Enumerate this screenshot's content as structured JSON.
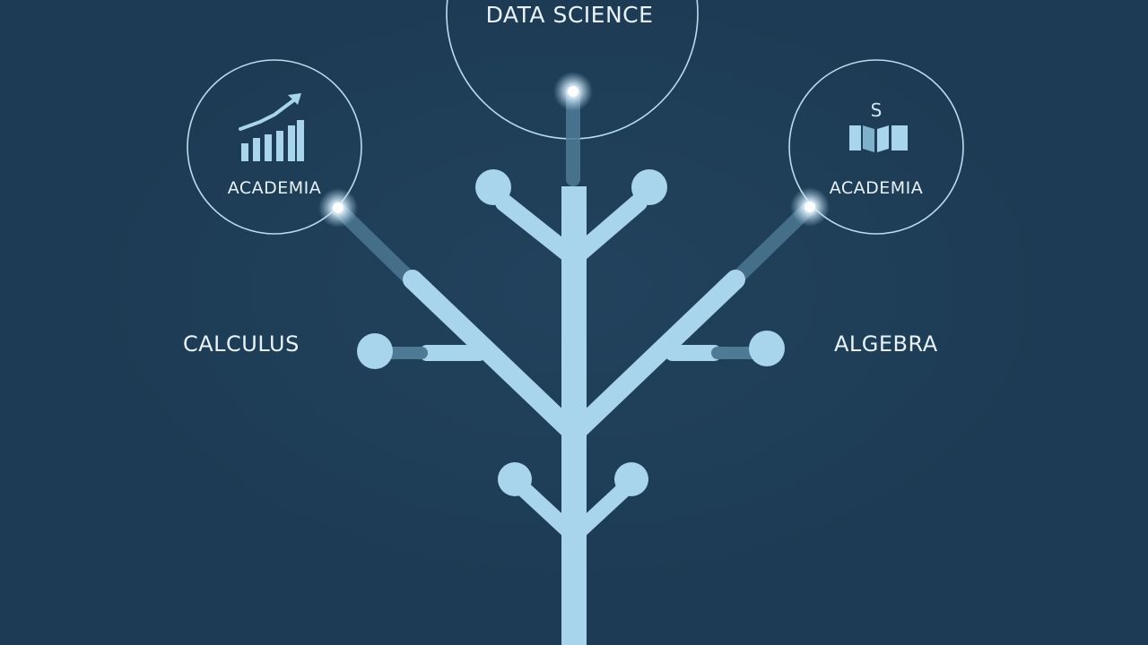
{
  "colors": {
    "background": "#1d3b54",
    "branch": "#a8d4ec",
    "branch_faded": "#5a8aa6",
    "circle_outline": "#b9dcef",
    "label_text": "#e8f3fb",
    "glow": "#ffffff"
  },
  "top_node": {
    "label": "DATA SCIENCE"
  },
  "left_node": {
    "label": "ACADEMIA",
    "icon": "rising-bar-chart-icon"
  },
  "right_node": {
    "label": "ACADEMIA",
    "icon": "dollar-book-icon"
  },
  "left_branch": {
    "label": "CALCULUS"
  },
  "right_branch": {
    "label": "ALGEBRA"
  }
}
